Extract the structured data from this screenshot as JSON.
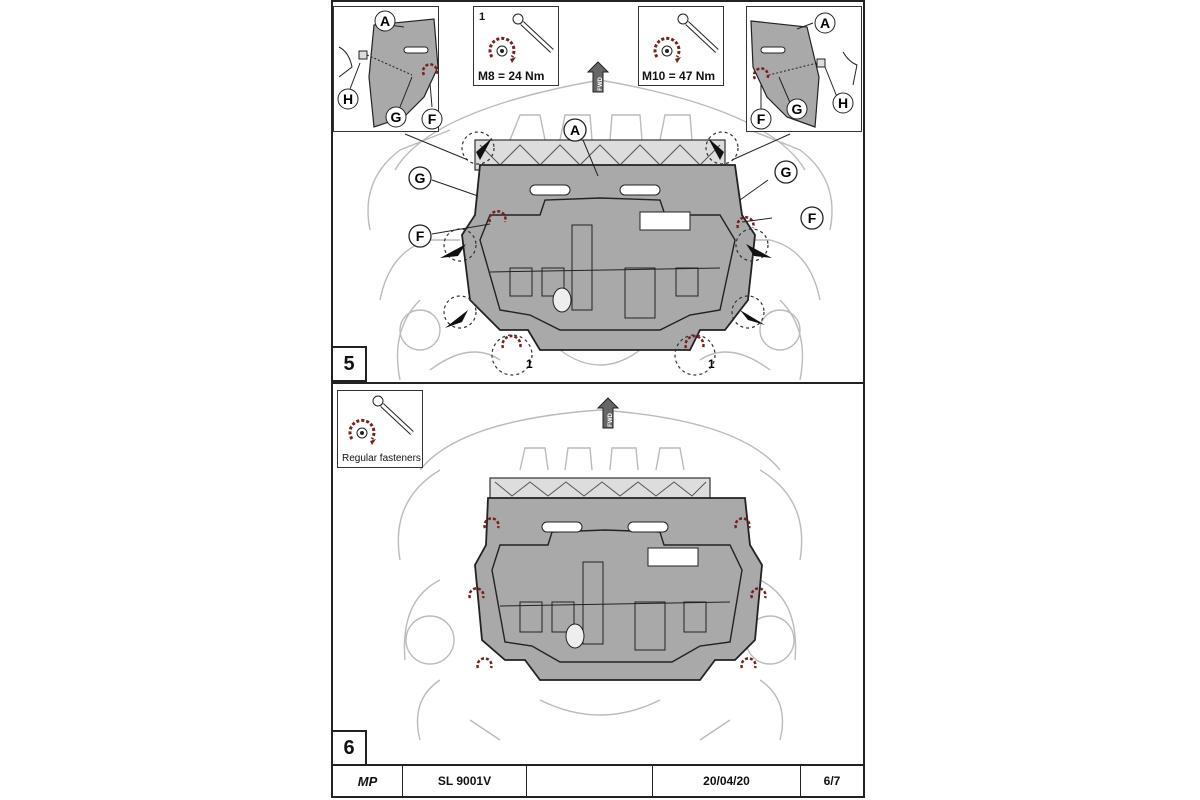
{
  "step5": {
    "number": "5",
    "labels": {
      "a": "A",
      "g": "G",
      "f": "F",
      "h": "H"
    },
    "torque_left": {
      "index": "1",
      "text": "M8 =  24  Nm"
    },
    "torque_right": {
      "text": "M10 =  47  Nm"
    },
    "arrow_number": "1"
  },
  "step6": {
    "number": "6",
    "regular_fasteners": "Regular fasteners"
  },
  "fwd_label": "FWD",
  "footer": {
    "logo": "MP",
    "code": "SL 9001V",
    "blank": "",
    "date": "20/04/20",
    "page": "6/7"
  },
  "colors": {
    "plate": "#a9a9a9",
    "line": "#222222",
    "accent": "#7a1f1f"
  }
}
